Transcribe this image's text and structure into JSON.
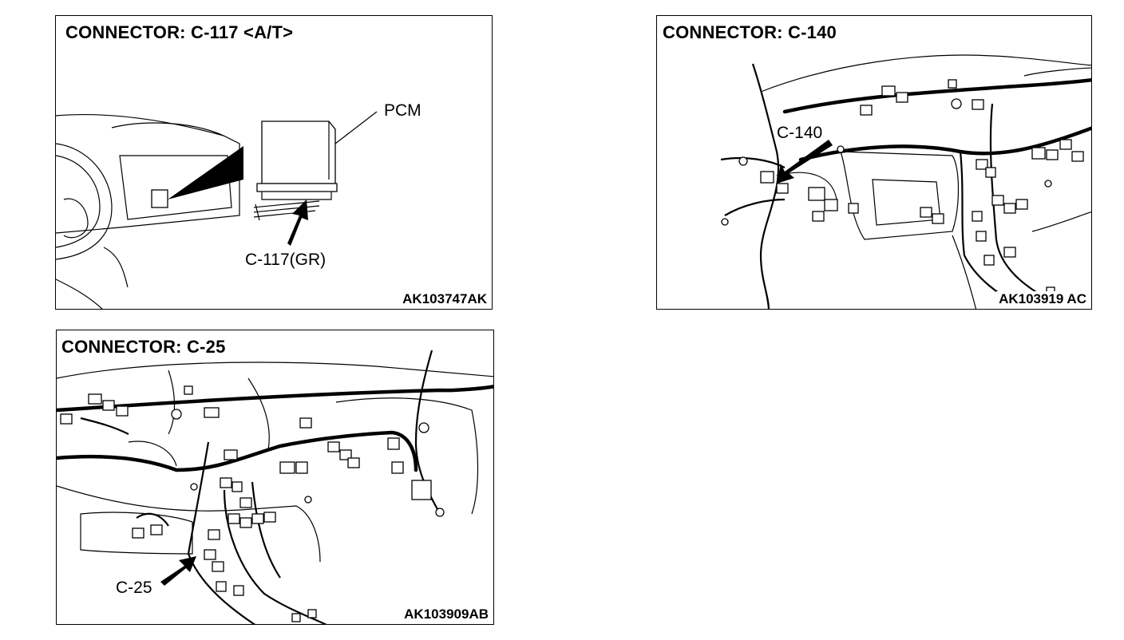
{
  "panels": {
    "c117": {
      "title": "CONNECTOR: C-117 <A/T>",
      "code": "AK103747AK",
      "labels": {
        "pcm": "PCM",
        "connector": "C-117(GR)"
      }
    },
    "c140": {
      "title": "CONNECTOR: C-140",
      "code": "AK103919 AC",
      "labels": {
        "connector": "C-140"
      }
    },
    "c25": {
      "title": "CONNECTOR: C-25",
      "code": "AK103909AB",
      "labels": {
        "connector": "C-25"
      }
    }
  }
}
